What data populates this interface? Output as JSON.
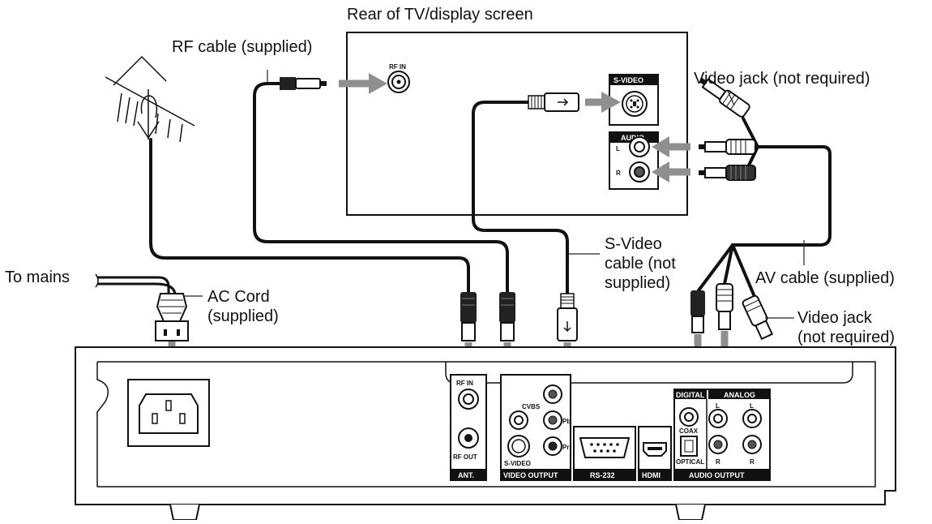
{
  "labels": {
    "rear_tv": "Rear of TV/display screen",
    "rf_cable": "RF cable (supplied)",
    "video_jack_top": "Video jack (not required)",
    "svideo_cable_1": "S-Video",
    "svideo_cable_2": "cable (not",
    "svideo_cable_3": "supplied)",
    "av_cable": "AV cable (supplied)",
    "video_jack_bottom_1": "Video jack",
    "video_jack_bottom_2": "(not required)",
    "to_mains": "To mains",
    "ac_cord_1": "AC Cord",
    "ac_cord_2": "(supplied)"
  },
  "tv_panel": {
    "rf_in": "RF IN",
    "svideo": "S-VIDEO",
    "audio": "AUDIO",
    "left": "L",
    "right": "R"
  },
  "player_panel": {
    "rf_in": "RF IN",
    "rf_out": "RF OUT",
    "ant": "ANT.",
    "cvbs": "CVBS",
    "pb": "Pb",
    "pr": "Pr",
    "svideo": "S-VIDEO",
    "video_output": "VIDEO OUTPUT",
    "rs232": "RS-232",
    "hdmi": "HDMI",
    "digital": "DIGITAL",
    "analog": "ANALOG",
    "coax": "COAX",
    "optical": "OPTICAL",
    "left": "L",
    "right": "R",
    "audio_output": "AUDIO OUTPUT"
  }
}
